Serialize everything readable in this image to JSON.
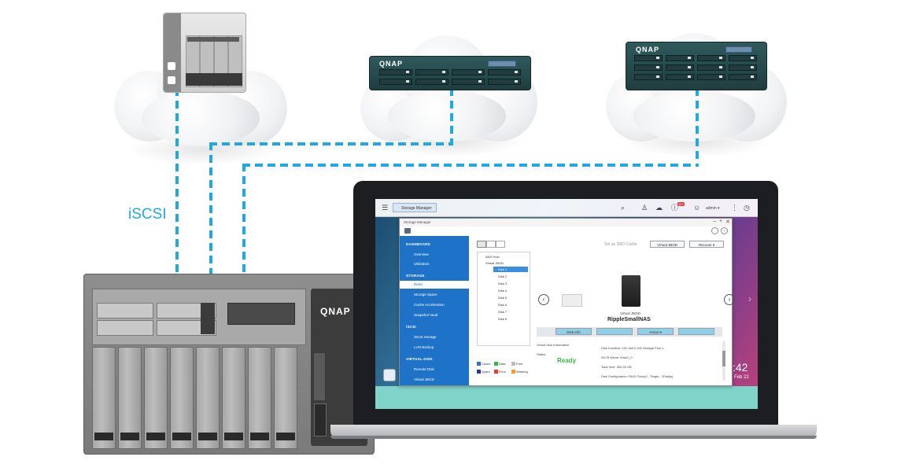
{
  "diagram": {
    "protocol_label": "iSCSI",
    "nas_brand": "QNAP",
    "rack_brand": "QNAP"
  },
  "qts": {
    "tab_title": "Storage Manager",
    "user": "admin ▾",
    "notification_badge": "10+",
    "window_title": "Storage Manager",
    "clock_time": ":42",
    "clock_date": "Feb 22"
  },
  "sidebar": {
    "sections": [
      {
        "label": "DASHBOARD",
        "items": [
          "Overview",
          "Utilization"
        ]
      },
      {
        "label": "STORAGE",
        "items": [
          "Disks",
          "Storage Space",
          "Cache Acceleration",
          "Snapshot Vault"
        ]
      },
      {
        "label": "iSCSI",
        "items": [
          "iSCSI Storage",
          "LUN Backup"
        ]
      },
      {
        "label": "VIRTUAL DISK",
        "items": [
          "Remote Disk",
          "Virtual JBOD"
        ]
      }
    ],
    "active_item": "Disks"
  },
  "main": {
    "set_ssd_label": "Set as SSD Cache",
    "virtual_jbod_btn": "Virtual JBOD",
    "recover_btn": "Recover ▾",
    "tree": [
      "NAS Host",
      "Virtual JBOD",
      "Disk 1",
      "Disk 2",
      "Disk 3",
      "Disk 4",
      "Disk 5",
      "Disk 6",
      "Disk 7",
      "Disk 8"
    ],
    "device_type": "Virtual JBOD",
    "device_name": "RippleSmallNAS",
    "action_buttons": [
      "Disk Info",
      "",
      "Action ▾",
      ""
    ],
    "info_heading": "Virtual Disk Information",
    "status_label": "Status",
    "status_value": "Ready",
    "details": [
      "Disk Location: 192.168.0.100  Storage Pool 1",
      "iSCSI Name: iDisk1_0",
      "Total Size: 300.00 GB",
      "Disk Configuration: RAID Group1 , Single , 1Disk(s)"
    ],
    "legend": [
      {
        "label": "Cache",
        "color": "#2f6fd0"
      },
      {
        "label": "Data",
        "color": "#39b54a"
      },
      {
        "label": "Free",
        "color": "#bdbdbd"
      },
      {
        "label": "Spare",
        "color": "#1f3f8f"
      },
      {
        "label": "Error",
        "color": "#e23a3a"
      },
      {
        "label": "Warning",
        "color": "#f0a020"
      }
    ]
  },
  "colors": {
    "network_line": "#1fa9e1",
    "sidebar": "#1e72c8",
    "ready_green": "#39b54a"
  }
}
